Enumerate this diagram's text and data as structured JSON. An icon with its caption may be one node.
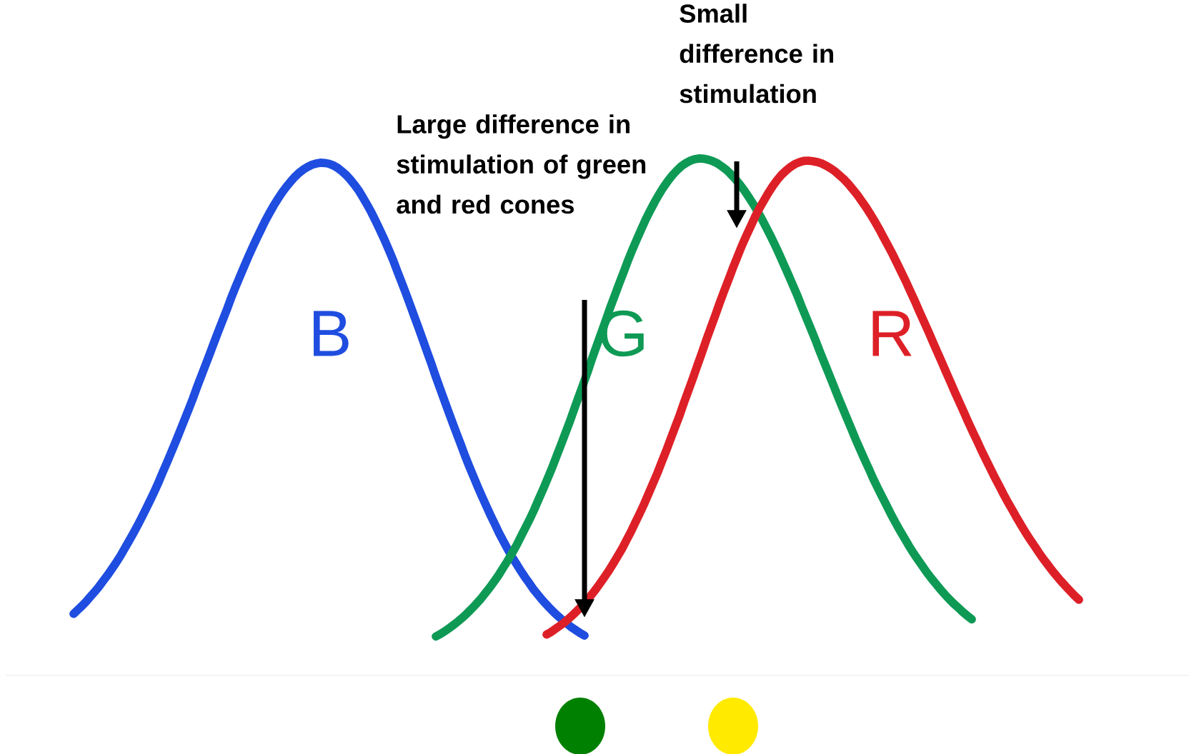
{
  "diagram": {
    "nodes": [
      {
        "text": [],
        "shape": "circle"
      },
      {
        "text": [],
        "shape": "circle"
      }
    ],
    "labels": [
      "Small difference in stimulation",
      "Large difference in stimulation of green and red cones",
      "B",
      "G",
      "R"
    ]
  }
}
